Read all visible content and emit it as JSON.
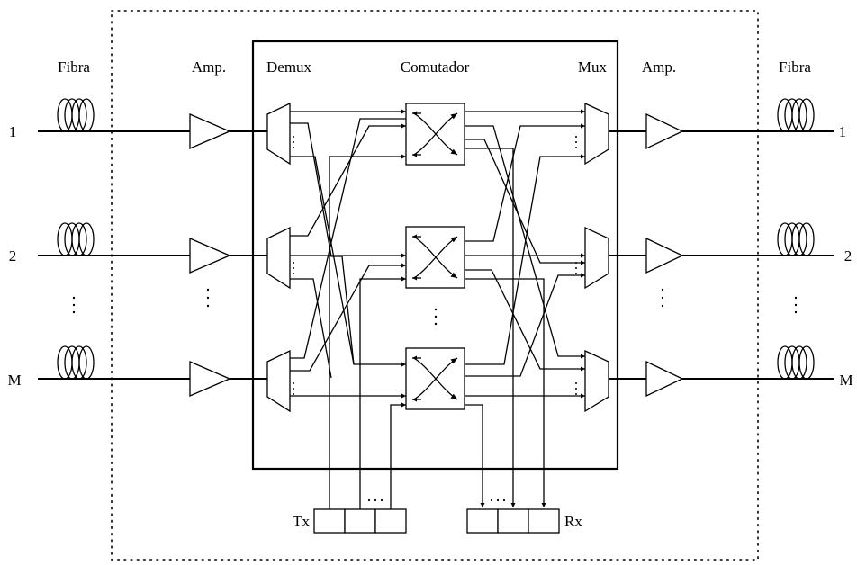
{
  "labels": {
    "fibra_left": "Fibra",
    "fibra_right": "Fibra",
    "amp_left": "Amp.",
    "amp_right": "Amp.",
    "demux": "Demux",
    "comutador": "Comutador",
    "mux": "Mux",
    "tx": "Tx",
    "rx": "Rx"
  },
  "ports": {
    "left": [
      "1",
      "2",
      "M"
    ],
    "right": [
      "1",
      "2",
      "M"
    ]
  }
}
